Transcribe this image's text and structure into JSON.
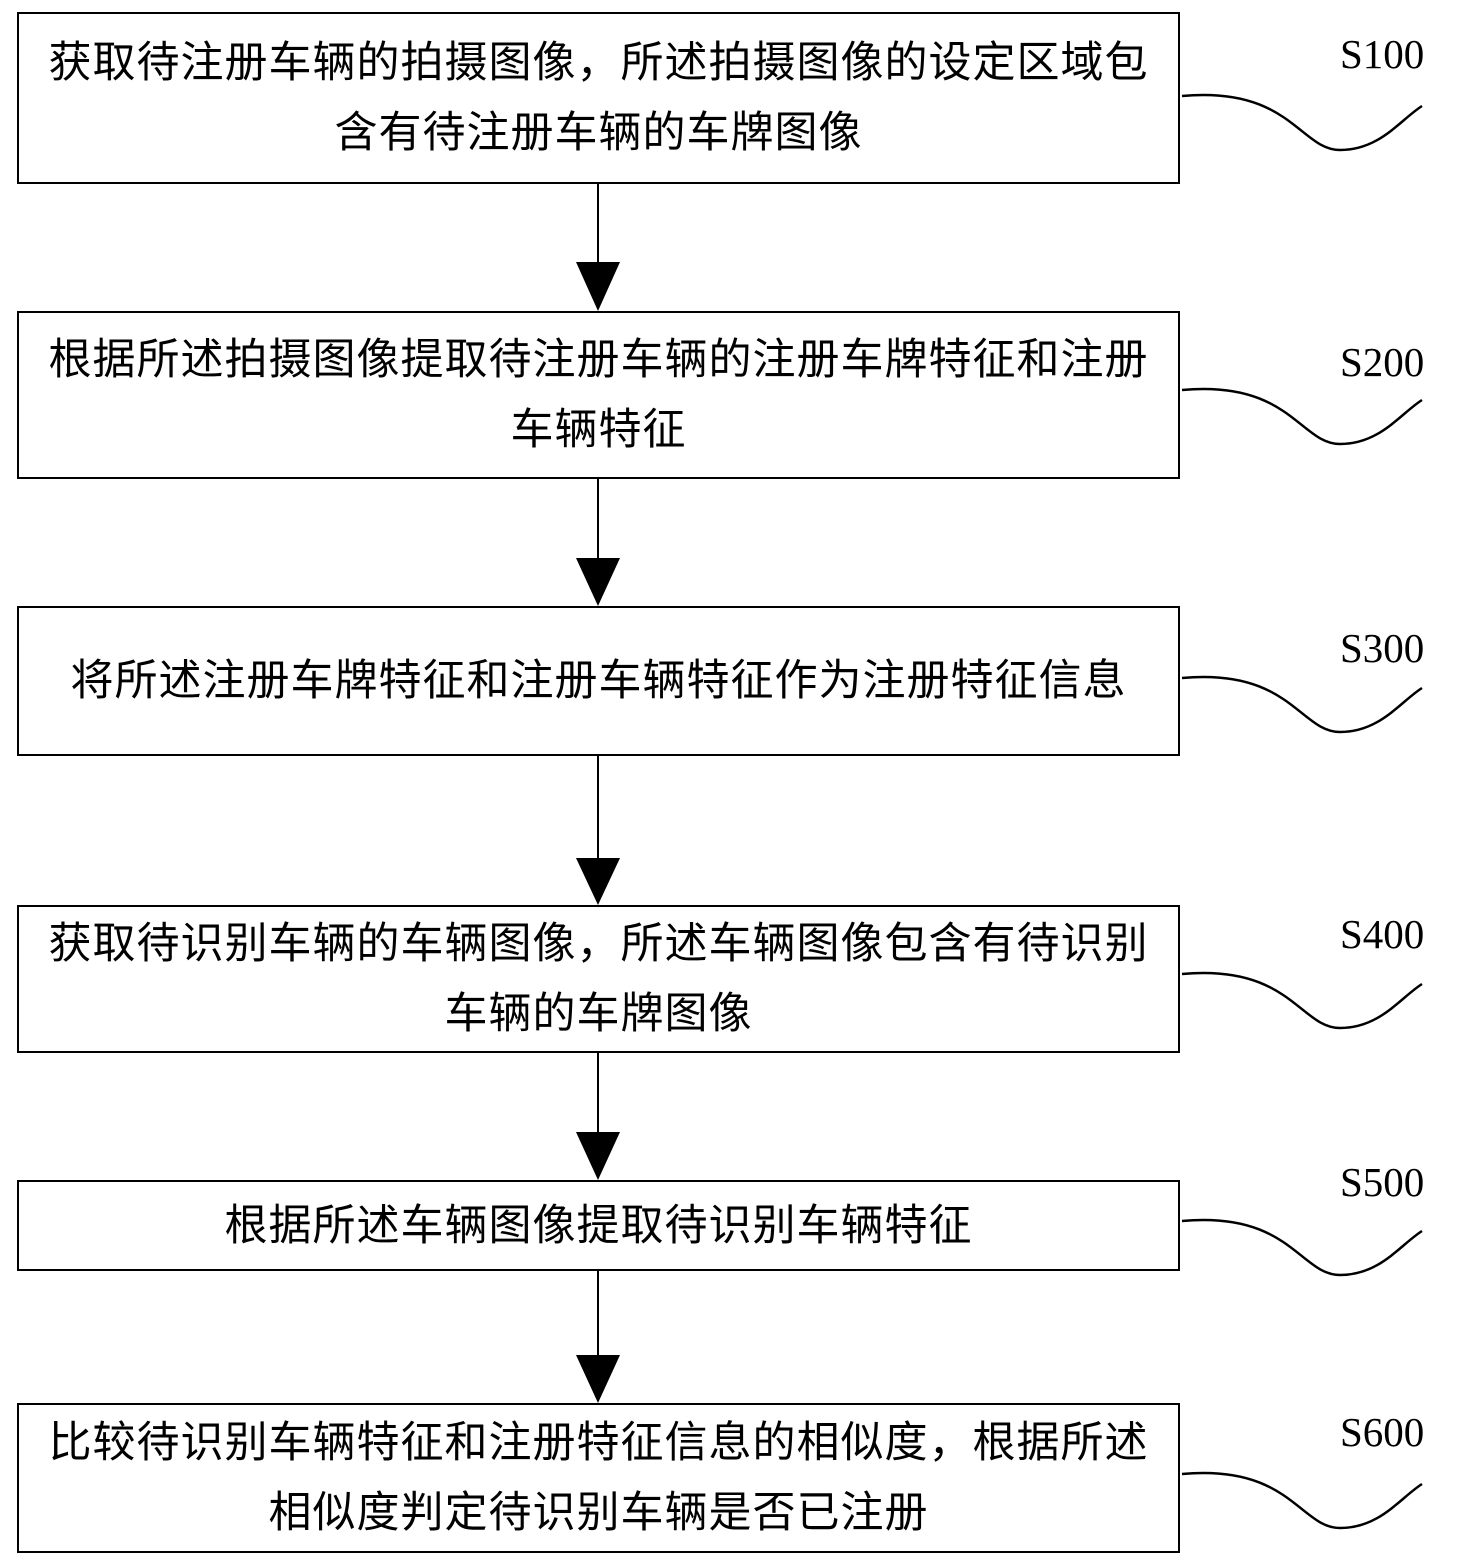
{
  "steps": [
    {
      "id": "S100",
      "text": "获取待注册车辆的拍摄图像，所述拍摄图像的设定区域包含有待注册车辆的车牌图像"
    },
    {
      "id": "S200",
      "text": "根据所述拍摄图像提取待注册车辆的注册车牌特征和注册车辆特征"
    },
    {
      "id": "S300",
      "text": "将所述注册车牌特征和注册车辆特征作为注册特征信息"
    },
    {
      "id": "S400",
      "text": "获取待识别车辆的车辆图像，所述车辆图像包含有待识别车辆的车牌图像"
    },
    {
      "id": "S500",
      "text": "根据所述车辆图像提取待识别车辆特征"
    },
    {
      "id": "S600",
      "text": "比较待识别车辆特征和注册特征信息的相似度，根据所述相似度判定待识别车辆是否已注册"
    }
  ],
  "colors": {
    "line": "#000000",
    "background": "#ffffff"
  }
}
